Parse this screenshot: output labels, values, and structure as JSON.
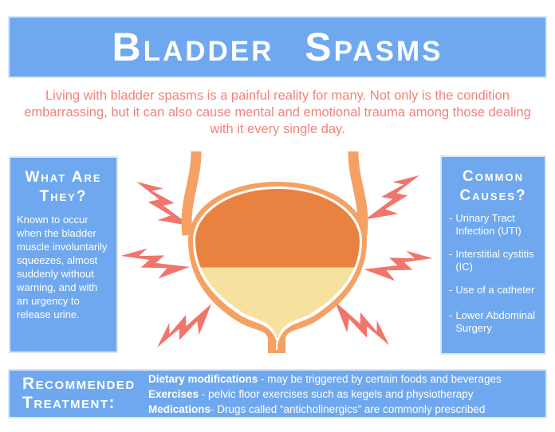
{
  "title": "Bladder Spasms",
  "intro": {
    "lines": [
      "Living with bladder spasms is a painful reality for many. Not only is the condition",
      "embarrassing, but it can also cause mental and emotional trauma among those dealing",
      "with it every single day."
    ]
  },
  "left_panel": {
    "heading": "What Are They?",
    "body": "Known to occur when the bladder muscle involuntarily squeezes, almost suddenly without warning, and with an urgency to release urine."
  },
  "right_panel": {
    "heading": "Common Causes?",
    "bullet": "-",
    "items": [
      "Urinary Tract Infection (UTI)",
      "Interstitial cystitis (IC)",
      "Use of a catheter",
      "Lower Abdominal Surgery"
    ]
  },
  "treatment": {
    "heading": "Recommended Treatment:",
    "items": [
      {
        "term": "Dietary modifications",
        "desc": " - may be triggered by certain foods and beverages"
      },
      {
        "term": "Exercises",
        "desc": " - pelvic floor exercises such as kegels and physiotherapy"
      },
      {
        "term": "Medications",
        "desc": "- Drugs called “anticholinergics” are commonly prescribed"
      }
    ]
  },
  "illustration": {
    "name": "bladder-with-spasm-bolts",
    "bolt_count": 6
  },
  "colors": {
    "panel_blue": "#6FA8EE",
    "panel_border": "#D9E7F9",
    "coral_text": "#F4827B",
    "bolt_salmon": "#F0756B",
    "bladder_outline": "#F5A163",
    "bladder_fill_top": "#E98140",
    "bladder_fill_bottom": "#F7E19F",
    "text_white": "#FFFFFF"
  }
}
